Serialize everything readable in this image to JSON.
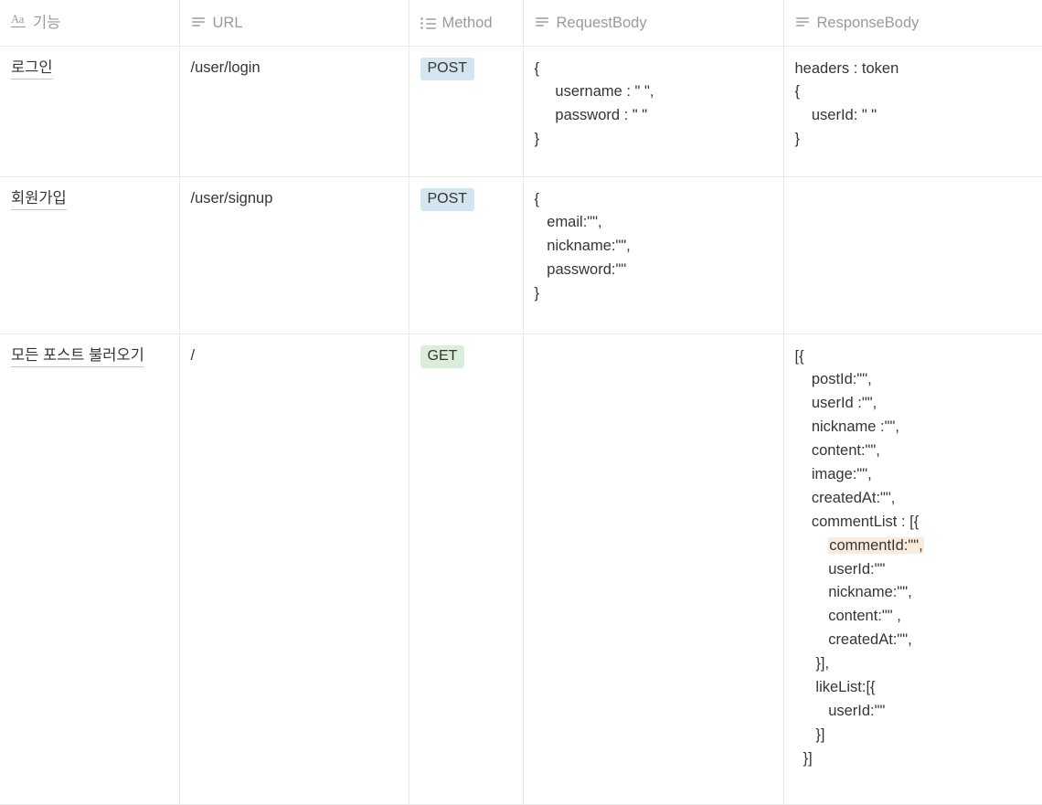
{
  "table": {
    "columns": [
      {
        "key": "title",
        "label": "기능",
        "icon": "title-aa-icon"
      },
      {
        "key": "url",
        "label": "URL",
        "icon": "text-lines-icon"
      },
      {
        "key": "method",
        "label": "Method",
        "icon": "multi-select-icon"
      },
      {
        "key": "req",
        "label": "RequestBody",
        "icon": "text-lines-icon"
      },
      {
        "key": "res",
        "label": "ResponseBody",
        "icon": "text-lines-icon"
      }
    ],
    "tag_colors": {
      "POST": "#d3e5ef",
      "GET": "#dbeddb"
    },
    "highlight_color": "#faebdd",
    "rows": [
      {
        "title": "로그인",
        "url": "/user/login",
        "method": "POST",
        "request_body": [
          "{",
          "     username : \" \",",
          "     password : \" \"",
          "}"
        ],
        "response_body": [
          "headers : token",
          "{",
          "    userId: \" \"",
          "}"
        ]
      },
      {
        "title": "회원가입",
        "url": "/user/signup",
        "method": "POST",
        "request_body": [
          "{",
          "   email:\"\",",
          "   nickname:\"\",",
          "   password:\"\"",
          "}"
        ],
        "response_body": []
      },
      {
        "title": "모든 포스트 불러오기",
        "url": "/",
        "method": "GET",
        "request_body": [],
        "response_body": [
          "[{",
          "    postId:\"\",",
          "    userId :\"\",",
          "    nickname :\"\",",
          "    content:\"\",",
          "    image:\"\",",
          "    createdAt:\"\",",
          "    commentList : [{",
          "        commentId:\"\",",
          "        userId:\"\"",
          "        nickname:\"\",",
          "        content:\"\" ,",
          "        createdAt:\"\",",
          "     }],",
          "     likeList:[{",
          "        userId:\"\"",
          "     }]",
          "  }]"
        ],
        "response_body_highlight_line": 8
      }
    ]
  }
}
